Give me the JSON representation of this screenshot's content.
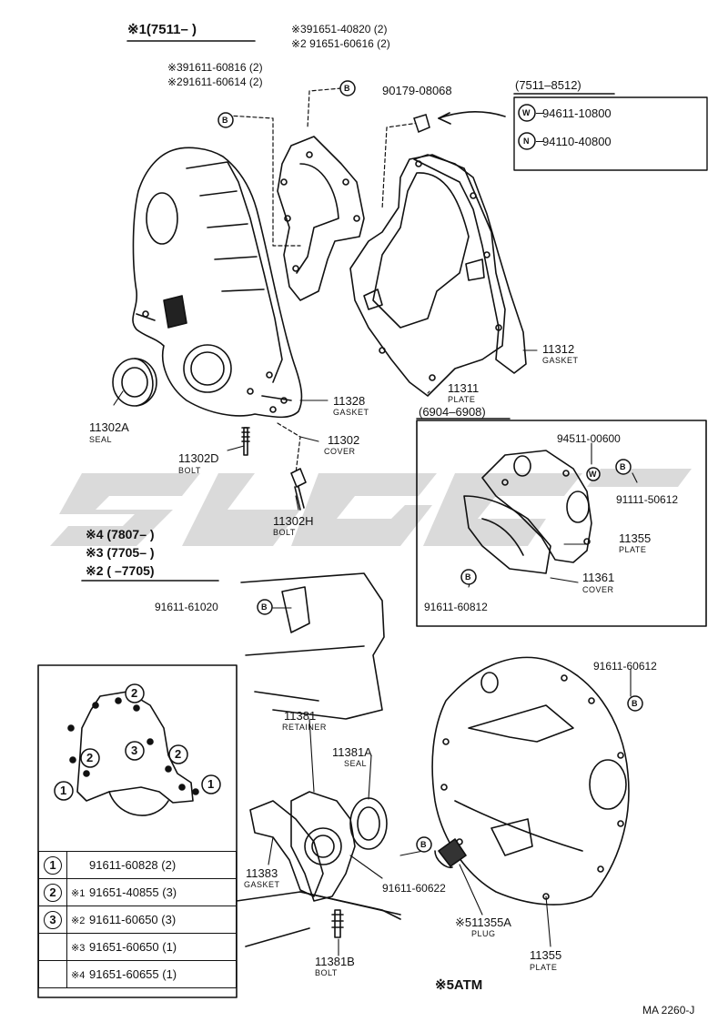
{
  "header_codes": {
    "code1": "※1(7511–      )",
    "range_7511_8512": "(7511–8512)",
    "range_6904_6908": "(6904–6908)"
  },
  "notes": {
    "n4": "※4 (7807–      )",
    "n3": "※3 (7705–      )",
    "n2": "※2 (        –7705)",
    "atm": "※5ATM",
    "doc_id": "MA 2260-J"
  },
  "symbol_labels": {
    "b": "B",
    "w": "W",
    "n": "N"
  },
  "callouts": {
    "p91651_40820": "※391651-40820 (2)",
    "p91651_60616": "※2 91651-60616 (2)",
    "p91611_60816": "※391611-60816 (2)",
    "p91611_60614": "※291611-60614 (2)",
    "p90179": "90179-08068",
    "p94611": "94611-10800",
    "p94110": "94110-40800",
    "p11312": "11312",
    "p11312_sub": "GASKET",
    "p11311": "11311",
    "p11311_sub": "PLATE",
    "p11328": "11328",
    "p11328_sub": "GASKET",
    "p11302": "11302",
    "p11302_sub": "COVER",
    "p11302A": "11302A",
    "p11302A_sub": "SEAL",
    "p11302D": "11302D",
    "p11302D_sub": "BOLT",
    "p11302H": "11302H",
    "p11302H_sub": "BOLT",
    "p94511": "94511-00600",
    "p91111": "91111-50612",
    "p11355a": "11355",
    "p11355a_sub": "PLATE",
    "p11361": "11361",
    "p11361_sub": "COVER",
    "p91611_60812": "91611-60812",
    "p91611_61020": "91611-61020",
    "p91611_60612": "91611-60612",
    "p11381": "11381",
    "p11381_sub": "RETAINER",
    "p11381A": "11381A",
    "p11381A_sub": "SEAL",
    "p11383": "11383",
    "p11383_sub": "GASKET",
    "p91611_60622": "91611-60622",
    "p11355A": "※511355A",
    "p11355A_sub": "PLUG",
    "p11355b": "11355",
    "p11355b_sub": "PLATE",
    "p11381B": "11381B",
    "p11381B_sub": "BOLT"
  },
  "inset_diagram": {
    "c1": "1",
    "c2": "2",
    "c3": "3"
  },
  "legend": [
    {
      "key": "1",
      "prefix": "",
      "part": "91611-60828 (2)"
    },
    {
      "key": "2",
      "prefix": "※1",
      "part": "91651-40855 (3)"
    },
    {
      "key": "3",
      "prefix": "※2",
      "part": "91611-60650 (3)"
    },
    {
      "key": "",
      "prefix": "※3",
      "part": "91651-60650 (1)"
    },
    {
      "key": "",
      "prefix": "※4",
      "part": "91651-60655 (1)"
    }
  ]
}
